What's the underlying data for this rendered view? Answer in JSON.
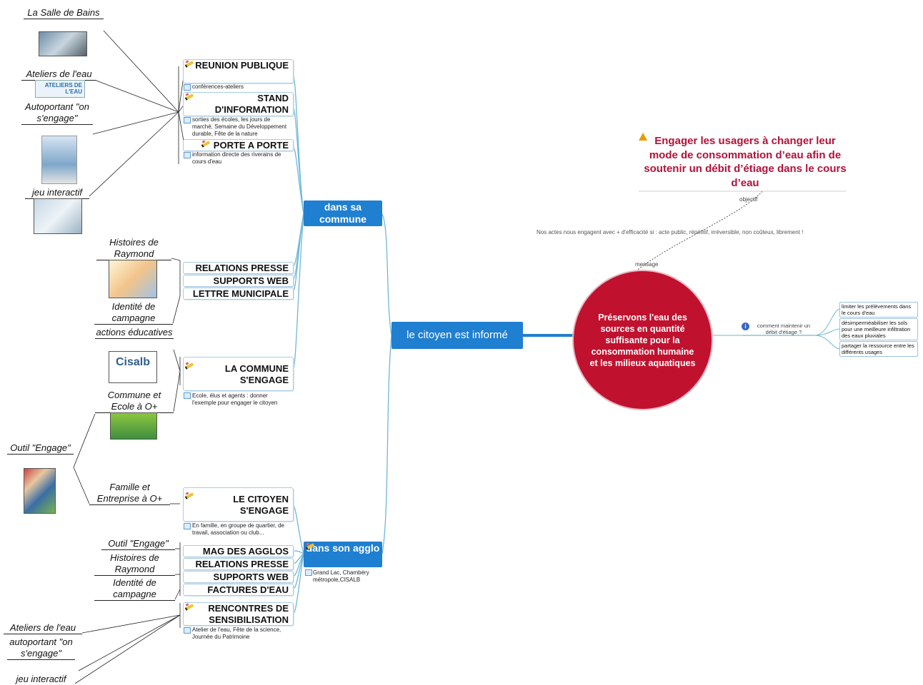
{
  "central": {
    "label": "Préservons l'eau des sources en quantité suffisante pour la consommation humaine et les milieux aquatiques"
  },
  "objective": {
    "text": "Engager les usagers à changer leur mode de consommation d’eau afin de soutenir un débit d’étiage dans le cours d’eau",
    "link_label": "objectif",
    "icon": "warning-icon"
  },
  "message": {
    "text": "Nos actes nous engagent avec + d'efficacité si : acte public, répétitif, irréversible, non coûteux, librement !",
    "link_label": "message"
  },
  "right_branch": {
    "question": "comment maintenir un débit d'étiage ?",
    "items": [
      "limiter les prélèvements dans le cours d'eau",
      "désimperméabiliser les sols pour une meilleure infiltration des eaux pluviales",
      "partager la ressource entre les différents usages"
    ]
  },
  "main_branch": {
    "label": "le citoyen est informé"
  },
  "commune": {
    "label": "dans sa commune",
    "reunion": {
      "label": "REUNION PUBLIQUE",
      "note": "conférences-ateliers"
    },
    "stand": {
      "label": "STAND D'INFORMATION",
      "note": "sorties des écoles, les jours de marché, Semaine du Développement durable, Fête de la nature"
    },
    "porte": {
      "label": "PORTE A PORTE",
      "note": "information directe des riverains de cours d'eau"
    },
    "media": [
      "RELATIONS PRESSE",
      "SUPPORTS WEB",
      "LETTRE MUNICIPALE"
    ],
    "engage": {
      "label": "LA COMMUNE S'ENGAGE",
      "note": "Ecole, élus et agents : donner l'exemple pour engager le citoyen"
    }
  },
  "agglo": {
    "label": "dans son agglo",
    "note": "Grand Lac, Chambéry métropole,CISALB",
    "citoyen": {
      "label": "LE CITOYEN S'ENGAGE",
      "note": "En famille, en groupe de quartier, de travail, association ou club..."
    },
    "media": [
      "MAG DES AGGLOS",
      "RELATIONS PRESSE",
      "SUPPORTS WEB",
      "FACTURES D'EAU"
    ],
    "rencontres": {
      "label": "RENCONTRES DE SENSIBILISATION",
      "note": "Atelier de l'eau, Fête de la science, Journée du Patrimoine"
    }
  },
  "left_labels": {
    "salle": "La Salle de Bains",
    "ateliers": "Ateliers de l'eau",
    "ateliers_logo": "ATELIERS DE L'EAU",
    "autoportant": "Autoportant \"on s'engage\"",
    "jeu": "jeu interactif",
    "histoires": "Histoires de Raymond",
    "identite": "Identité de campagne",
    "actions": "actions éducatives",
    "cisalb_logo": "Cisalb",
    "commune_ecole": "Commune et Ecole à O+",
    "outil": "Outil \"Engage\"",
    "famille": "Famille et Entreprise à O+",
    "outil2": "Outil \"Engage\"",
    "histoires2": "Histoires de Raymond",
    "identite2": "Identité de campagne",
    "ateliers2": "Ateliers de l'eau",
    "autoportant2": "autoportant \"on s'engage\"",
    "jeu2": "jeu interactif"
  },
  "colors": {
    "central": "#c0122f",
    "hub": "#1f7fd0",
    "goal_text": "#b2123a",
    "wire": "#6fb7d8"
  }
}
